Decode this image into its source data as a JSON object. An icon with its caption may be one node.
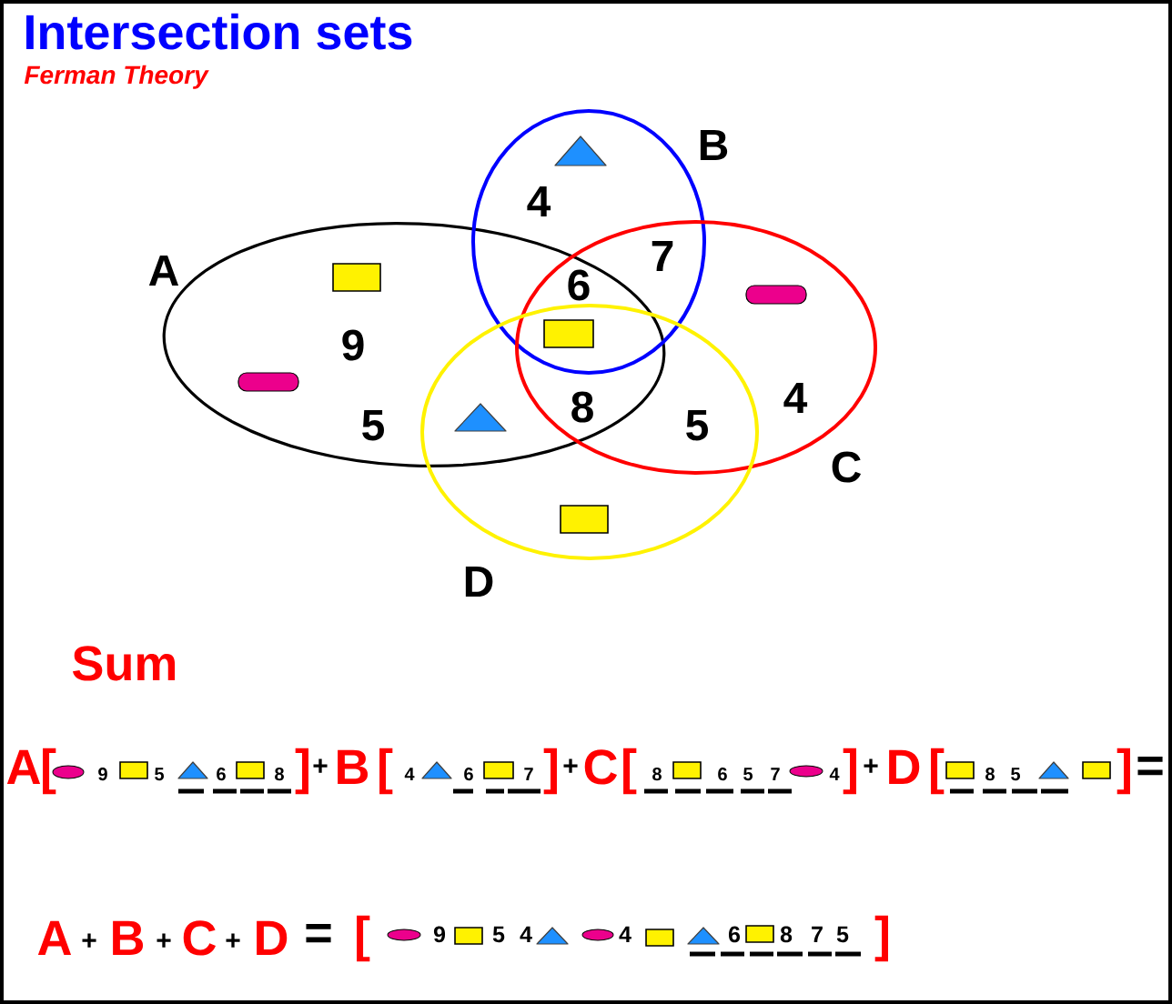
{
  "diagram": {
    "title": "Intersection sets",
    "nodes": [
      {
        "text": [
          "A"
        ]
      },
      {
        "text": [
          "B"
        ]
      },
      {
        "text": [
          "C"
        ]
      },
      {
        "text": [
          "D"
        ]
      }
    ],
    "labels": [
      "Ferman Theory",
      "4",
      "7",
      "6",
      "9",
      "5",
      "8",
      "5",
      "4",
      "Sum",
      "A",
      "[",
      "9",
      "5",
      "6",
      "8",
      "]",
      "+",
      "B",
      "[",
      "4",
      "6",
      "7",
      "]",
      "+",
      "C",
      "[",
      "8",
      "6",
      "5",
      "7",
      "4",
      "]",
      "+",
      "D",
      "[",
      "8",
      "5",
      "]",
      "=",
      "A",
      "+",
      "B",
      "+",
      "C",
      "+",
      "D",
      "=",
      "[",
      "9",
      "5",
      "4",
      "4",
      "6",
      "8",
      "7",
      "5",
      "]"
    ]
  }
}
